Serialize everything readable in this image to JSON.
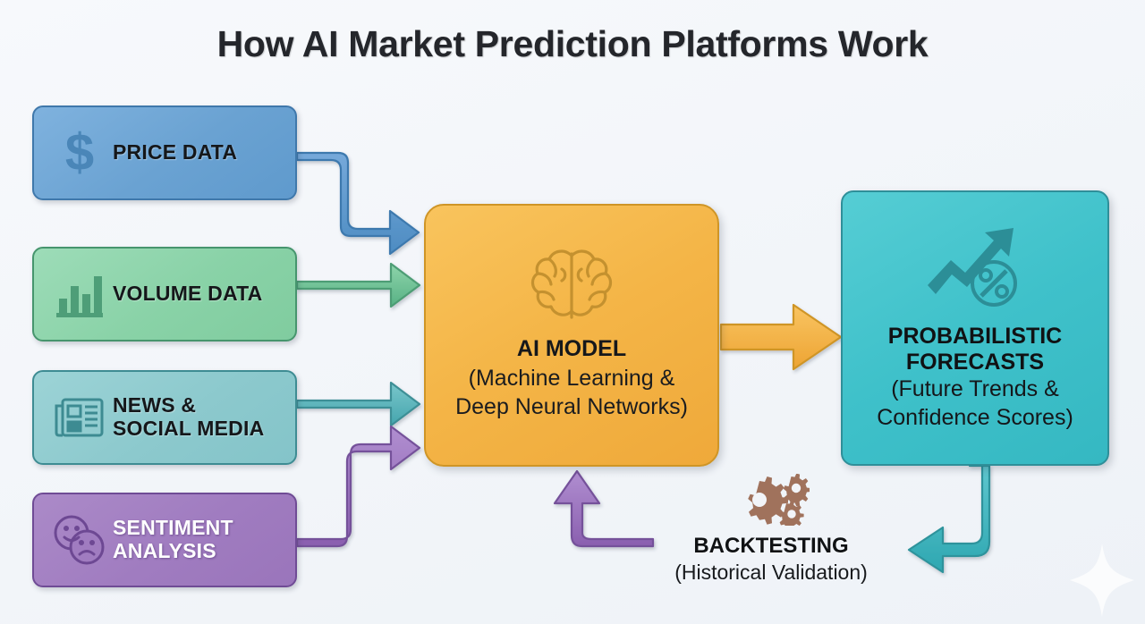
{
  "title": "How AI Market Prediction Platforms Work",
  "background_color": "#f4f6fa",
  "inputs": [
    {
      "id": "price-data",
      "label": "PRICE DATA",
      "icon": "dollar-sign-icon",
      "color": "#6aa2d2",
      "border_color": "#3f78ab",
      "text_color": "#15171a"
    },
    {
      "id": "volume-data",
      "label": "VOLUME DATA",
      "icon": "bar-chart-icon",
      "color": "#89d2a7",
      "border_color": "#46956d",
      "text_color": "#15171a"
    },
    {
      "id": "news-social-media",
      "label": "NEWS &\nSOCIAL MEDIA",
      "label_line1": "NEWS &",
      "label_line2": "SOCIAL MEDIA",
      "icon": "newspaper-icon",
      "color": "#8cc9cd",
      "border_color": "#3e8c93",
      "text_color": "#15171a"
    },
    {
      "id": "sentiment-analysis",
      "label": "SENTIMENT\nANALYSIS",
      "label_line1": "SENTIMENT",
      "label_line2": "ANALYSIS",
      "icon": "smiley-faces-icon",
      "color": "#a07cc0",
      "border_color": "#6f4b95",
      "text_color": "#ffffff"
    }
  ],
  "ai_model": {
    "id": "ai-model",
    "icon": "brain-icon",
    "title": "AI MODEL",
    "subtitle_line1": "(Machine Learning &",
    "subtitle_line2": "Deep Neural Networks)",
    "color": "#f4b547",
    "border_color": "#cf9526"
  },
  "forecast": {
    "id": "probabilistic-forecasts",
    "icon": "trend-arrow-percent-icon",
    "title_line1": "PROBABILISTIC",
    "title_line2": "FORECASTS",
    "subtitle_line1": "(Future Trends &",
    "subtitle_line2": "Confidence Scores)",
    "color": "#3fc1ca",
    "border_color": "#2f8f99"
  },
  "backtesting": {
    "id": "backtesting",
    "icon": "gears-icon",
    "title": "BACKTESTING",
    "subtitle": "(Historical Validation)",
    "icon_color": "#a0725c"
  },
  "connectors": [
    {
      "id": "price-to-ai",
      "from": "price-data",
      "to": "ai-model",
      "color": "#5b9ace",
      "style": "elbow-down"
    },
    {
      "id": "volume-to-ai",
      "from": "volume-data",
      "to": "ai-model",
      "color": "#6ec699",
      "style": "straight"
    },
    {
      "id": "news-to-ai",
      "from": "news-social-media",
      "to": "ai-model",
      "color": "#5fb6bd",
      "style": "straight"
    },
    {
      "id": "sentiment-to-ai",
      "from": "sentiment-analysis",
      "to": "ai-model",
      "color": "#9a6fbe",
      "style": "elbow-up"
    },
    {
      "id": "ai-to-forecast",
      "from": "ai-model",
      "to": "probabilistic-forecasts",
      "color": "#f0ab39",
      "style": "thick-straight"
    },
    {
      "id": "forecast-to-backtesting",
      "from": "probabilistic-forecasts",
      "to": "backtesting",
      "color": "#34b5be",
      "style": "elbow-left"
    },
    {
      "id": "backtesting-to-ai",
      "from": "backtesting",
      "to": "ai-model",
      "color": "#9a6fbe",
      "style": "elbow-up-feedback"
    }
  ],
  "decoration": {
    "sparkle": "sparkle-icon"
  }
}
